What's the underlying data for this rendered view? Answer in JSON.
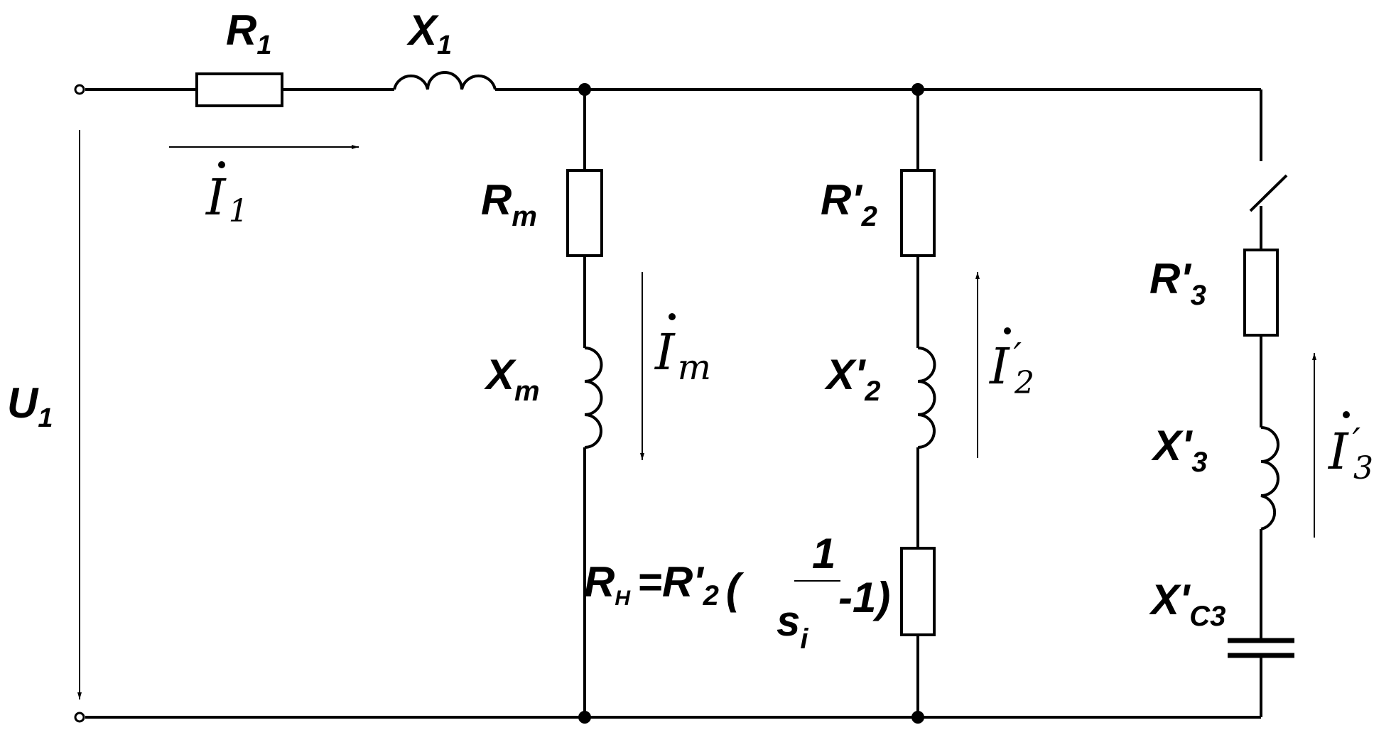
{
  "labels": {
    "r1": "R",
    "r1_sub": "1",
    "x1": "X",
    "x1_sub": "1",
    "u1": "U",
    "u1_sub": "1",
    "i1": "I",
    "i1_sub": "1",
    "rm": "R",
    "rm_sub": "m",
    "xm": "X",
    "xm_sub": "m",
    "im": "I",
    "im_sub": "m",
    "r2": "R'",
    "r2_sub": "2",
    "x2": "X'",
    "x2_sub": "2",
    "i2": "I",
    "i2_prime": "′",
    "i2_sub": "2",
    "rh": "R",
    "rh_sub": "H",
    "rh_expr": "=R'",
    "rh_expr_sub": "2",
    "rh_open": "(",
    "rh_num": "1",
    "rh_den": "s",
    "rh_den_sub": "i",
    "rh_tail": "-1)",
    "r3": "R'",
    "r3_sub": "3",
    "x3": "X'",
    "x3_sub": "3",
    "i3": "I",
    "i3_prime": "′",
    "i3_sub": "3",
    "xc3": "X'",
    "xc3_sub": "C3"
  }
}
